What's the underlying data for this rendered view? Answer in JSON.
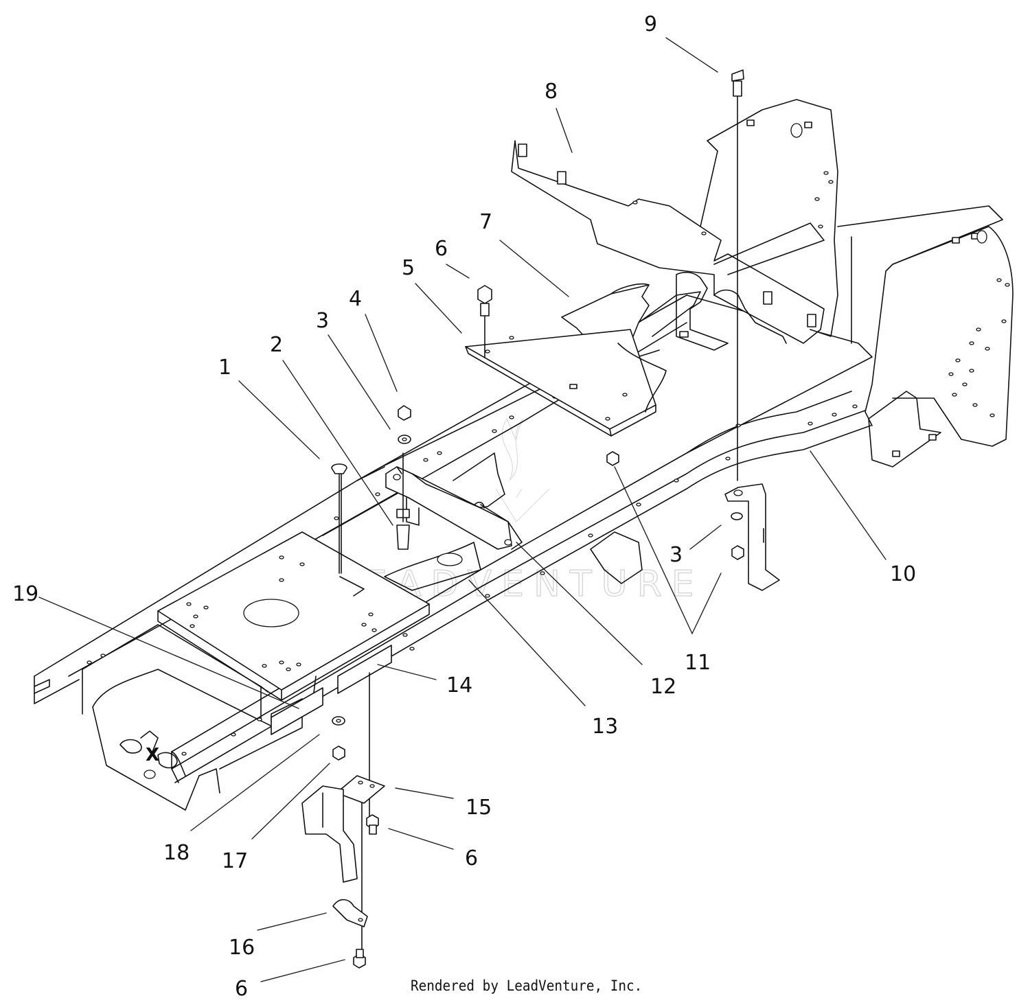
{
  "watermark": "LEADVENTURE",
  "frame_mark": "X",
  "credit": "Rendered by LeadVenture, Inc.",
  "callouts": [
    {
      "id": "1",
      "label": "1"
    },
    {
      "id": "2",
      "label": "2"
    },
    {
      "id": "3a",
      "label": "3"
    },
    {
      "id": "3b",
      "label": "3"
    },
    {
      "id": "4",
      "label": "4"
    },
    {
      "id": "5",
      "label": "5"
    },
    {
      "id": "6a",
      "label": "6"
    },
    {
      "id": "6b",
      "label": "6"
    },
    {
      "id": "6c",
      "label": "6"
    },
    {
      "id": "7",
      "label": "7"
    },
    {
      "id": "8",
      "label": "8"
    },
    {
      "id": "9",
      "label": "9"
    },
    {
      "id": "10",
      "label": "10"
    },
    {
      "id": "11",
      "label": "11"
    },
    {
      "id": "12",
      "label": "12"
    },
    {
      "id": "13",
      "label": "13"
    },
    {
      "id": "14",
      "label": "14"
    },
    {
      "id": "15",
      "label": "15"
    },
    {
      "id": "16",
      "label": "16"
    },
    {
      "id": "17",
      "label": "17"
    },
    {
      "id": "18",
      "label": "18"
    },
    {
      "id": "19",
      "label": "19"
    }
  ]
}
